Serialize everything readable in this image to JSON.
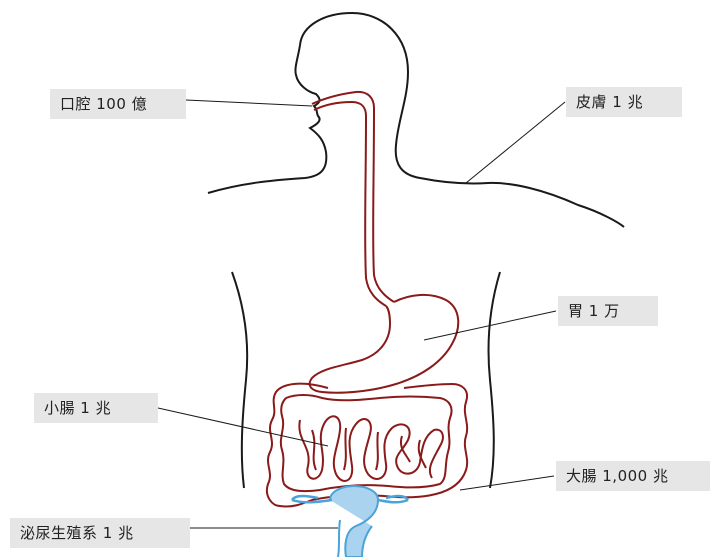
{
  "labels": {
    "mouth": "口腔 100 億",
    "skin": "皮膚  1 兆",
    "stomach": "胃  1 万",
    "small_intestine": "小腸  1 兆",
    "large_intestine": "大腸 1,000 兆",
    "urogenital": "泌尿生殖系  1 兆"
  },
  "colors": {
    "body_outline": "#1a1a1a",
    "digestive_tract": "#8b1a1a",
    "urogenital": "#4aa3d9",
    "urogenital_fill": "#a9d3ee",
    "label_background": "#e6e6e6",
    "leader_line": "#1a1a1a"
  }
}
